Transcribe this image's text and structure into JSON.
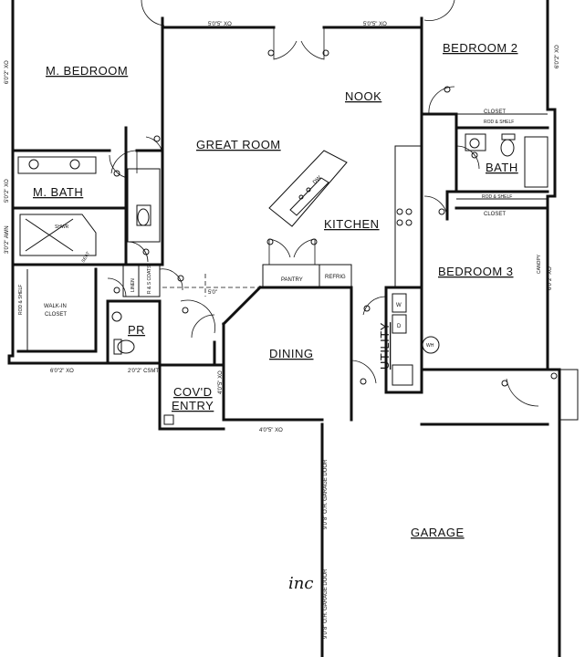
{
  "rooms": {
    "master_bedroom": "M. BEDROOM",
    "bedroom_2": "BEDROOM 2",
    "nook": "NOOK",
    "great_room": "GREAT ROOM",
    "closet_upper": "CLOSET",
    "rod_shelf_upper": "ROD & SHELF",
    "bath": "BATH",
    "master_bath": "M. BATH",
    "kitchen": "KITCHEN",
    "dw": "DW",
    "rod_shelf_lower": "ROD & SHELF",
    "closet_lower": "CLOSET",
    "bedroom_3": "BEDROOM 3",
    "pantry": "PANTRY",
    "refrig": "REFRIG",
    "walk_in_closet_1": "WALK-IN",
    "walk_in_closet_2": "CLOSET",
    "rod_shelf_walkin": "ROD & SHELF",
    "linen": "LINEN",
    "coats": "R & S COATS",
    "pr": "PR",
    "dining": "DINING",
    "utility": "UTILITY",
    "washer": "W",
    "dryer": "D",
    "water_heater": "WH",
    "covered_entry_1": "COV'D",
    "covered_entry_2": "ENTRY",
    "garage": "GARAGE",
    "shwr": "SHWR",
    "seat": "SEAT",
    "canopy": "CANOPY"
  },
  "dimensions": {
    "top_left_window": "5'0\"5\" XO",
    "top_right_window": "5'0\"5\" XO",
    "left_upper_window": "6'0\"2\" XO",
    "right_upper_window": "6'0\"2\" XO",
    "bath_window": "5'0\"2\" XO",
    "shower_window": "3'0\"2\" AWN",
    "walkin_window": "6'0\"2\" XO",
    "pr_window": "2'0\"2\" CSMT",
    "entry_window": "4'0\"5\" XO",
    "dining_window": "4'0\"5\" XO",
    "bedroom3_window": "6'0\"2\" XO",
    "opening": "5'0\"",
    "garage_door_upper": "9'0\"8\" O.H. GARAGE DOOR",
    "garage_door_lower": "9'0\"8\" O.H. GARAGE DOOR"
  },
  "signature": "inc"
}
